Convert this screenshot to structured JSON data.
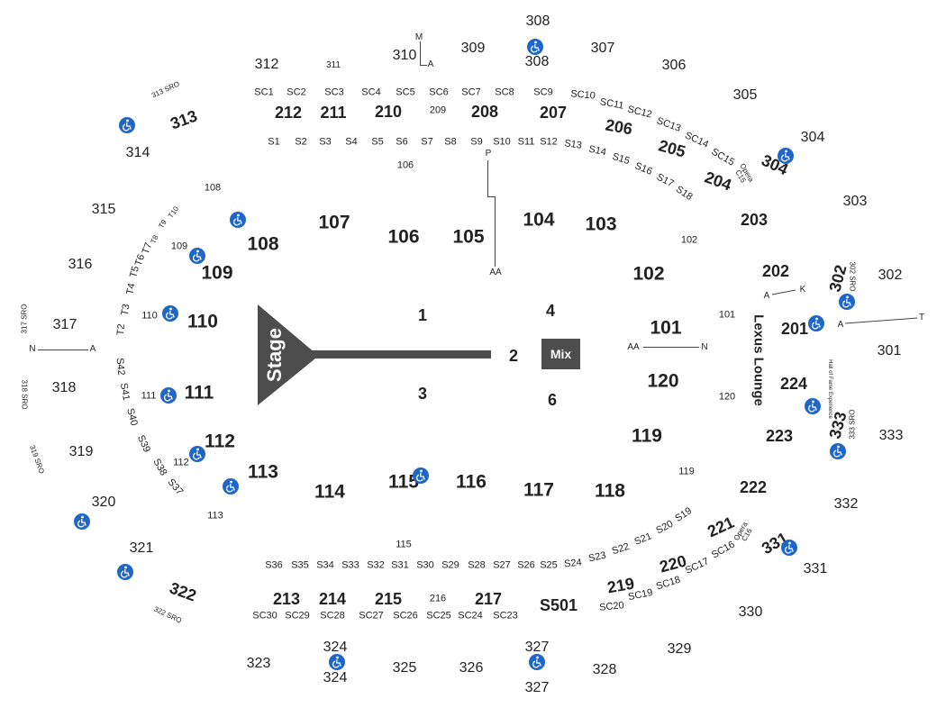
{
  "stage_label": "Stage",
  "mix_label": "Mix",
  "lounge_label": "Lexus Lounge",
  "accessible_icon": "wheelchair-icon",
  "accent_color": "#1f66c6",
  "floor_sections": [
    "1",
    "2",
    "3",
    "4",
    "6"
  ],
  "sections_100": [
    "101",
    "102",
    "103",
    "104",
    "105",
    "106",
    "107",
    "108",
    "109",
    "110",
    "111",
    "112",
    "113",
    "114",
    "115",
    "116",
    "117",
    "118",
    "119",
    "120"
  ],
  "sections_200": [
    "201",
    "202",
    "203",
    "204",
    "205",
    "206",
    "207",
    "208",
    "209",
    "210",
    "211",
    "212",
    "213",
    "214",
    "215",
    "216",
    "217",
    "219",
    "220",
    "221",
    "222",
    "223",
    "224"
  ],
  "suites_300": [
    "301",
    "302",
    "303",
    "304",
    "305",
    "306",
    "307",
    "308",
    "309",
    "310",
    "311",
    "312",
    "313",
    "314",
    "315",
    "316",
    "317",
    "318",
    "319",
    "320",
    "321",
    "322",
    "323",
    "324",
    "325",
    "326",
    "327",
    "328",
    "329",
    "330",
    "331",
    "332",
    "333"
  ],
  "sro_labels": [
    "313 SRO",
    "317 SRO",
    "318 SRO",
    "319 SRO",
    "322 SRO",
    "302 SRO",
    "333 SRO"
  ],
  "suite_labels_upper": [
    "SC1",
    "SC2",
    "SC3",
    "SC4",
    "SC5",
    "SC6",
    "SC7",
    "SC8",
    "SC9",
    "SC10",
    "SC11",
    "SC12",
    "SC13",
    "SC14",
    "SC15"
  ],
  "suite_labels_lower": [
    "SC16",
    "SC17",
    "SC18",
    "SC19",
    "SC20",
    "SC23",
    "SC24",
    "SC25",
    "SC26",
    "SC27",
    "SC28",
    "SC29",
    "SC30"
  ],
  "suites_s_upper": [
    "S1",
    "S2",
    "S3",
    "S4",
    "S5",
    "S6",
    "S7",
    "S8",
    "S9",
    "S10",
    "S11",
    "S12",
    "S13",
    "S14",
    "S15",
    "S16",
    "S17",
    "S18"
  ],
  "suites_s_lower": [
    "S19",
    "S20",
    "S21",
    "S22",
    "S23",
    "S24",
    "S25",
    "S26",
    "S27",
    "S28",
    "S29",
    "S30",
    "S31",
    "S32",
    "S33",
    "S34",
    "S35",
    "S36",
    "S37",
    "S38",
    "S39",
    "S40",
    "S41",
    "S42"
  ],
  "suites_t": [
    "T2",
    "T3",
    "T4",
    "T5",
    "T6",
    "T7",
    "T8",
    "T9",
    "T10"
  ],
  "opera_labels": [
    "Opera C15",
    "Opera C16"
  ],
  "special_label": "S501",
  "row_markers": [
    "M",
    "A",
    "P",
    "AA",
    "N",
    "K",
    "T"
  ],
  "hall_label": "Hall of Fame Experience"
}
